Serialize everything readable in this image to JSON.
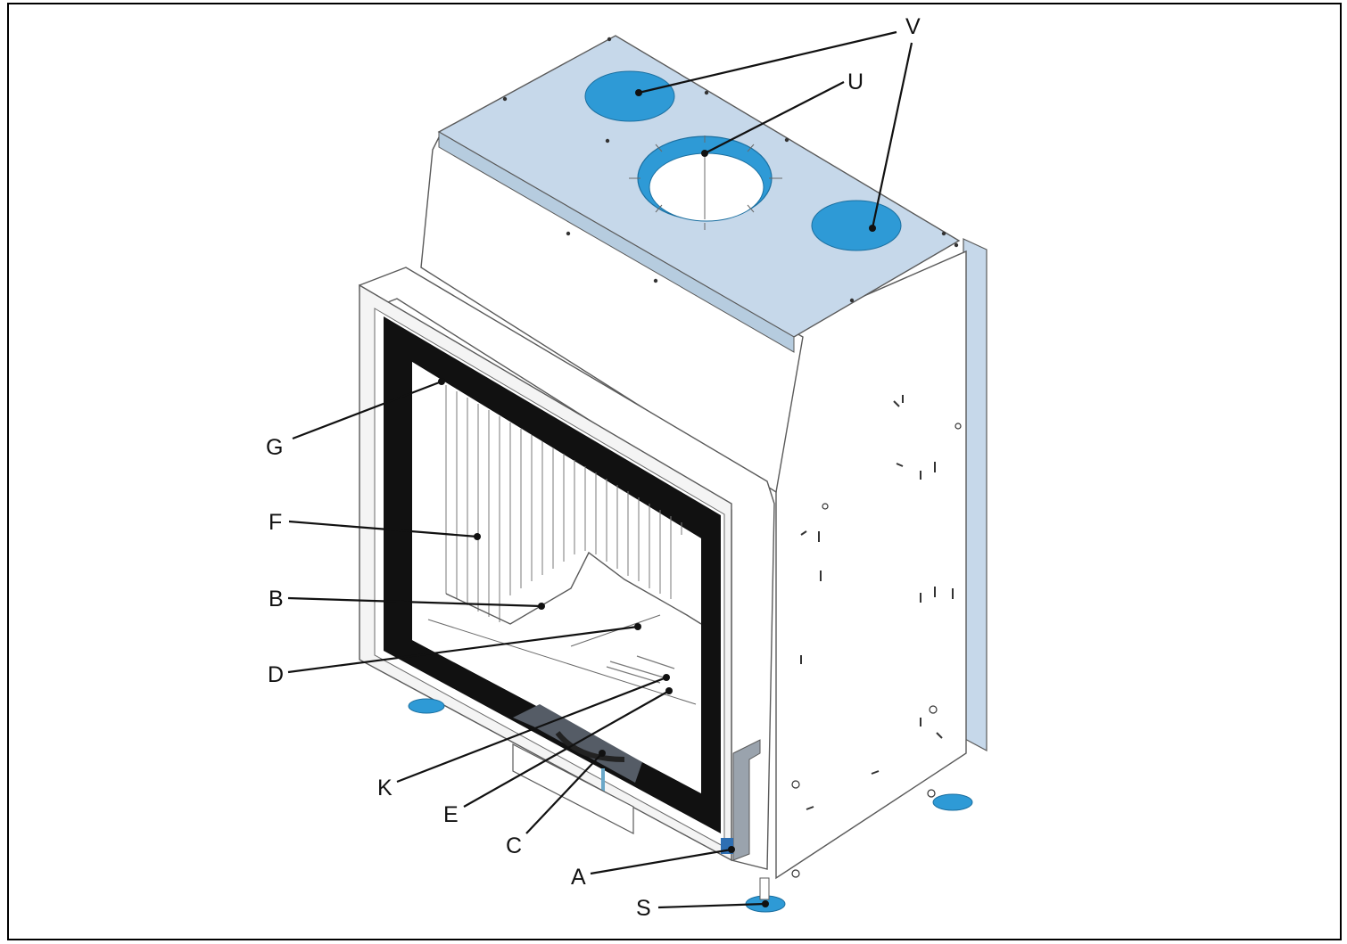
{
  "figure": {
    "labels": [
      {
        "id": "V",
        "text": "V"
      },
      {
        "id": "U",
        "text": "U"
      },
      {
        "id": "G",
        "text": "G"
      },
      {
        "id": "F",
        "text": "F"
      },
      {
        "id": "B",
        "text": "B"
      },
      {
        "id": "D",
        "text": "D"
      },
      {
        "id": "K",
        "text": "K"
      },
      {
        "id": "E",
        "text": "E"
      },
      {
        "id": "C",
        "text": "C"
      },
      {
        "id": "A",
        "text": "A"
      },
      {
        "id": "S",
        "text": "S"
      }
    ]
  },
  "colors": {
    "top_panel": "#c6d8ea",
    "connector_blue": "#2e9ad6",
    "door_frame": "#111111",
    "body_white": "#ffffff",
    "bracket_gray": "#9aa3ad"
  }
}
